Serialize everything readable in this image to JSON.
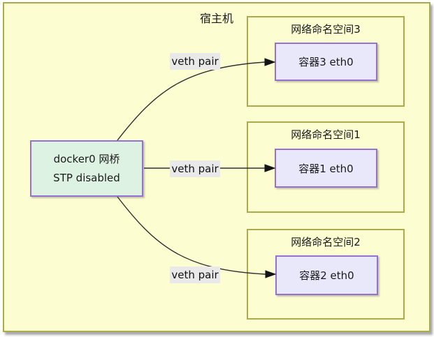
{
  "diagram": {
    "host_label": "宿主机",
    "bridge": {
      "line1": "docker0 网桥",
      "line2": "STP disabled"
    },
    "edge_label": "veth pair",
    "namespaces": [
      {
        "title": "网络命名空间3",
        "container": "容器3 eth0"
      },
      {
        "title": "网络命名空间1",
        "container": "容器1 eth0"
      },
      {
        "title": "网络命名空间2",
        "container": "容器2 eth0"
      }
    ],
    "colors": {
      "canvas_fill": "#FDFDD2",
      "frame_border": "#ABAB4B",
      "node_border": "#9672D0",
      "container_fill": "#E9E8FB",
      "bridge_fill": "#DDF2E2",
      "edge_label_bg": "#E9E9E9",
      "edge_stroke": "#303030",
      "text": "#1a1a1a"
    }
  }
}
